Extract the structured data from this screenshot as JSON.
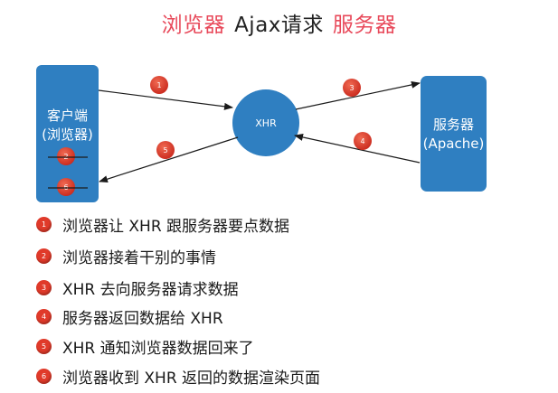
{
  "title": {
    "part1": "浏览器",
    "part2": "Ajax请求",
    "part3": "服务器"
  },
  "colors": {
    "title_accent": "#e8495a",
    "node_fill": "#2f7fc1",
    "badge_red": "#e03a2a",
    "arrow": "#1a1a1a"
  },
  "nodes": {
    "client": {
      "line1": "客户端",
      "line2": "(浏览器)"
    },
    "xhr": {
      "label": "XHR"
    },
    "server": {
      "line1": "服务器",
      "line2": "(Apache)"
    }
  },
  "arrow_badges": [
    "1",
    "3",
    "4",
    "5"
  ],
  "client_badges": [
    "2",
    "6"
  ],
  "steps": [
    {
      "num": "1",
      "text": "浏览器让 XHR 跟服务器要点数据"
    },
    {
      "num": "2",
      "text": "浏览器接着干别的事情"
    },
    {
      "num": "3",
      "text": "XHR 去向服务器请求数据"
    },
    {
      "num": "4",
      "text": "服务器返回数据给 XHR"
    },
    {
      "num": "5",
      "text": "XHR 通知浏览器数据回来了"
    },
    {
      "num": "6",
      "text": "浏览器收到 XHR 返回的数据渲染页面"
    }
  ]
}
